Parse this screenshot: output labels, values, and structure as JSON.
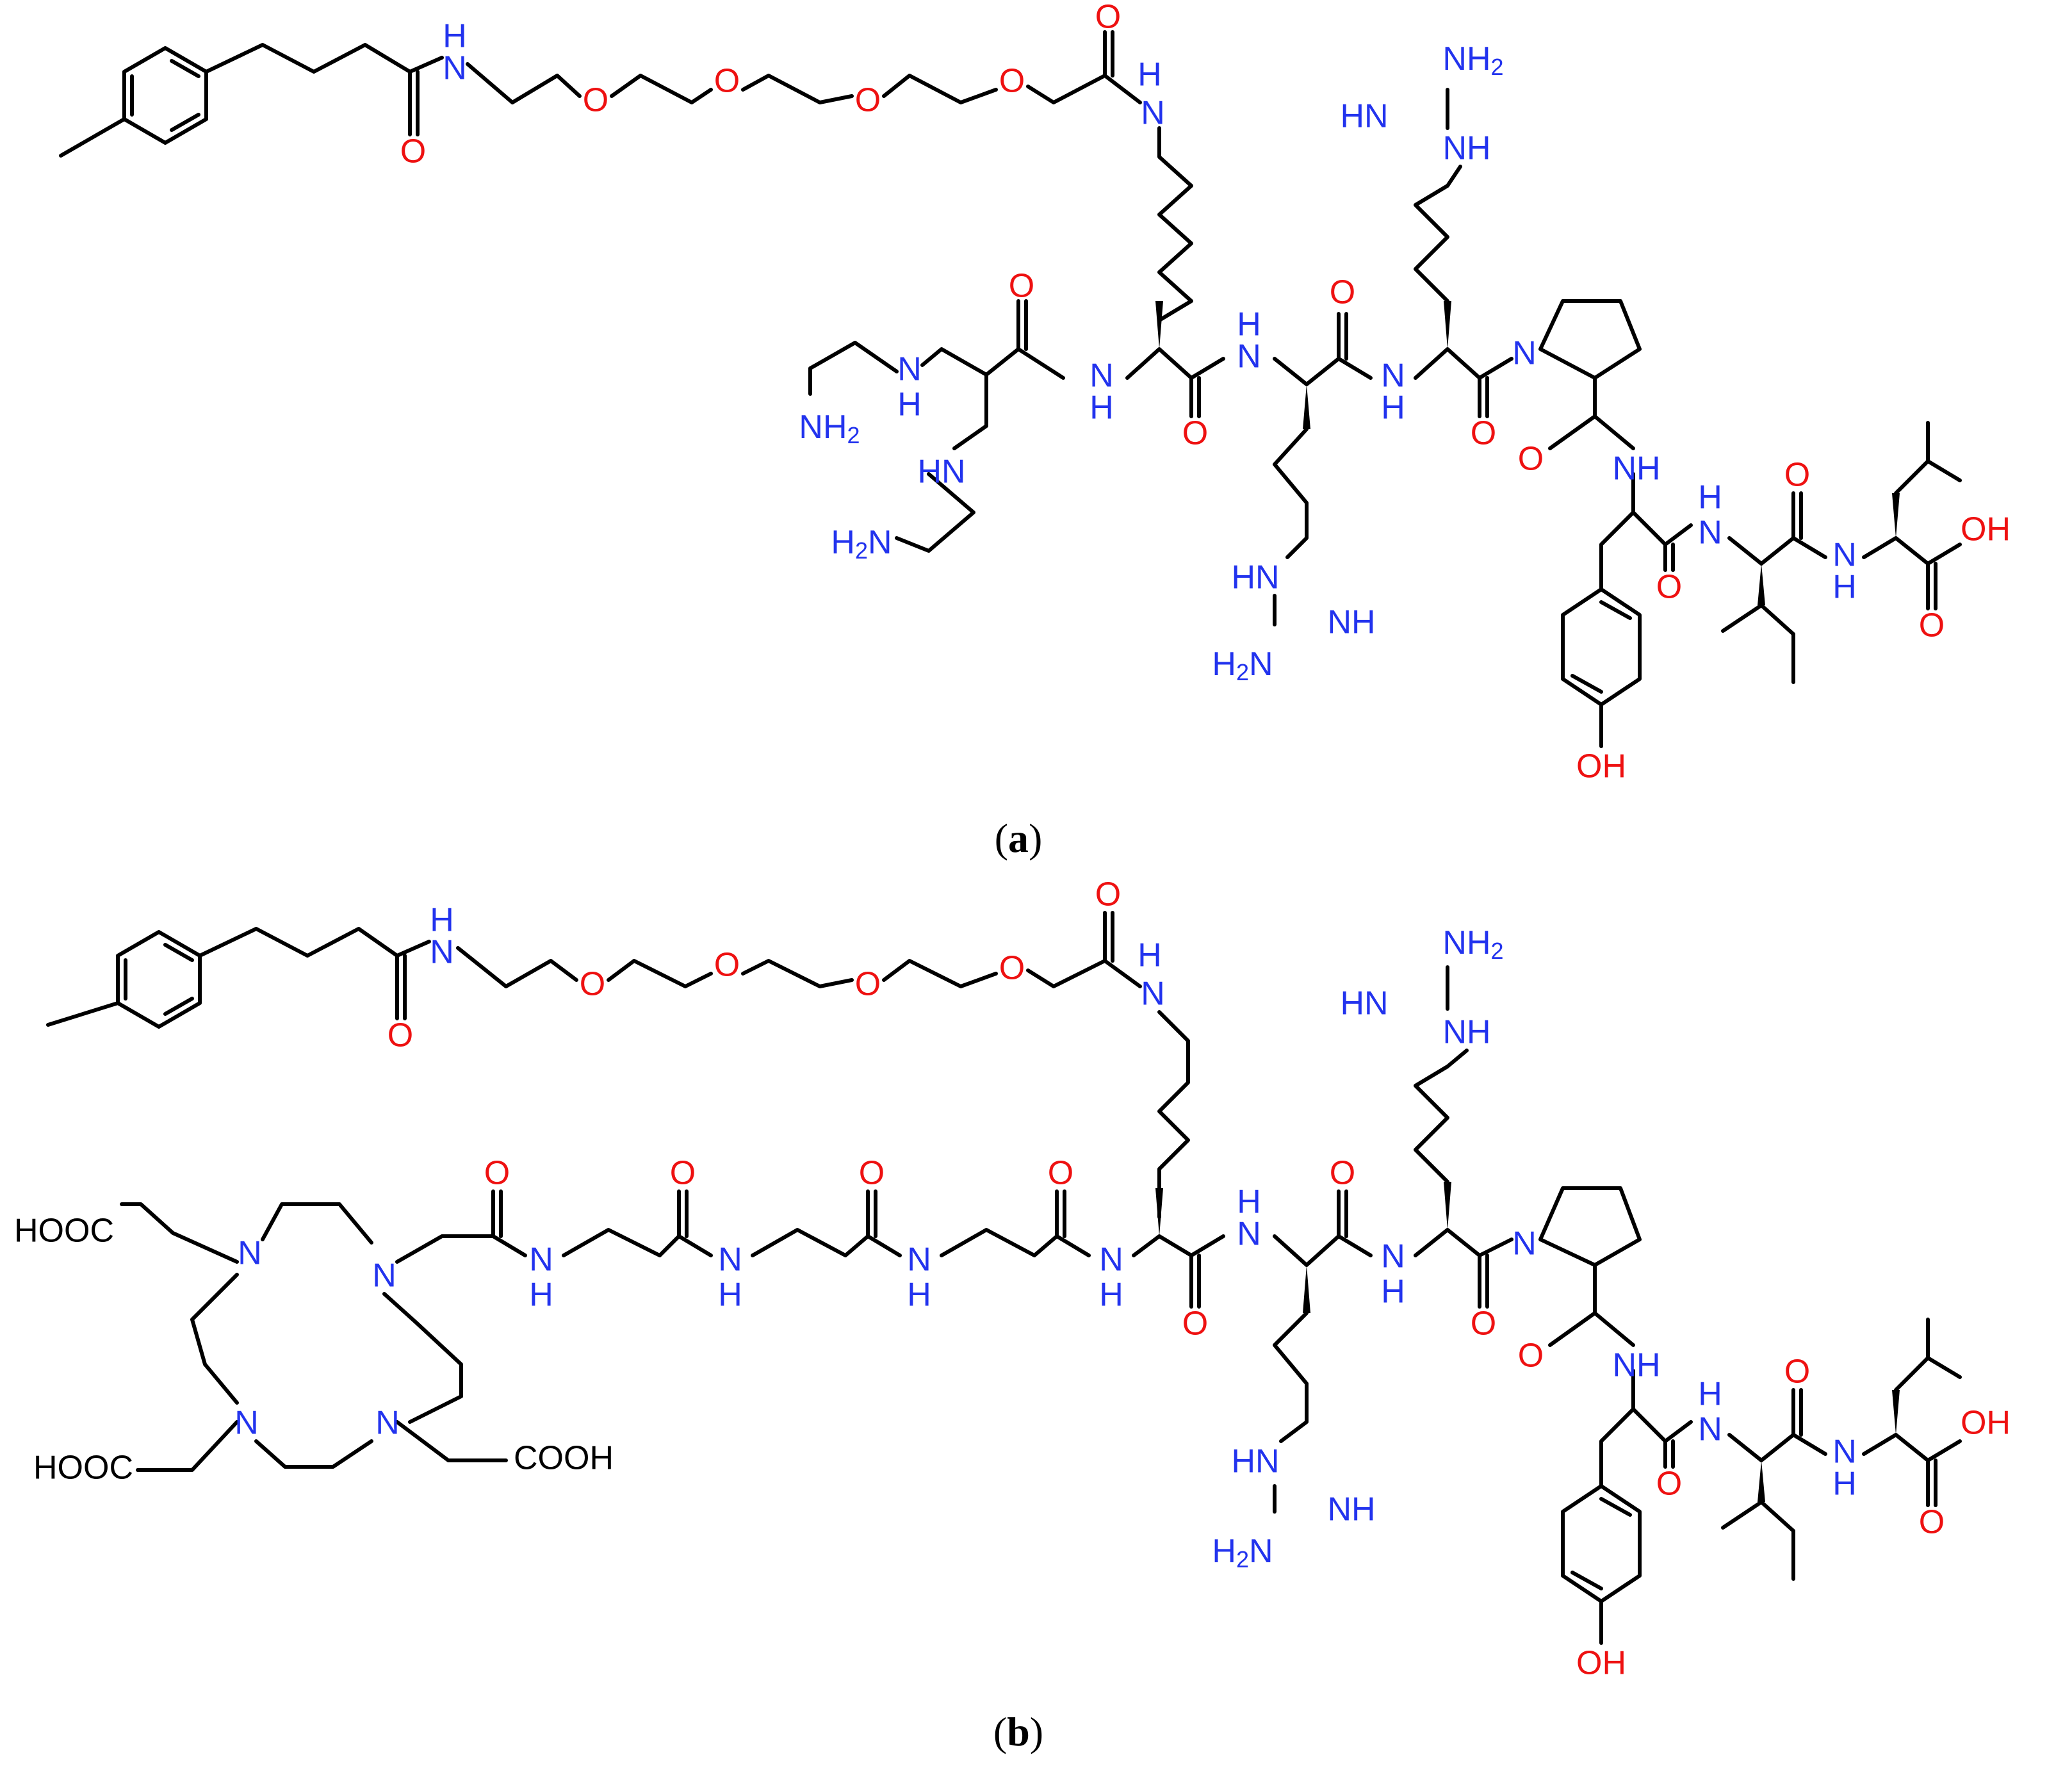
{
  "colors": {
    "bond": "#000000",
    "nitrogen": "#2233ee",
    "oxygen": "#ee1111",
    "carbon_label": "#000000"
  },
  "panel_a": {
    "caption_open": "(",
    "caption_letter": "a",
    "caption_close": ")",
    "labels": {
      "nh_amide1": "H",
      "n_amide1": "N",
      "o_amide1": "O",
      "o_peg1": "O",
      "o_peg2": "O",
      "o_peg3": "O",
      "o_peg4": "O",
      "o_gly": "O",
      "n_lys_eps": "N",
      "h_lys_eps": "H",
      "arg1_nh2": "NH2",
      "arg1_hn": "HN",
      "arg1_nh": "NH",
      "o_dap": "O",
      "nh_dap_n": "N",
      "nh_dap_h": "H",
      "o_lys": "O",
      "n_arg2": "N",
      "h_arg2": "H",
      "o_arg2": "O",
      "n_arg3": "N",
      "h_arg3": "H",
      "o_arg3": "O",
      "n_pro": "N",
      "o_pro": "O",
      "nh_tyr": "NH",
      "o_tyr": "O",
      "nh_ile_h": "H",
      "nh_ile_n": "N",
      "o_ile": "O",
      "nh_leu": "N",
      "h_leu": "H",
      "oh_acid": "OH",
      "o_acid": "O",
      "oh_tyr": "OH",
      "amine1_n": "N",
      "amine1_h": "H",
      "amine1_nh2": "NH2",
      "amine2_hn": "HN",
      "amine2_h2n": "H2N",
      "arg2_hn": "HN",
      "arg2_nh": "NH",
      "arg2_h2n": "H2N"
    }
  },
  "panel_b": {
    "caption_open": "(",
    "caption_letter": "b",
    "caption_close": ")",
    "labels": {
      "nh_amide1": "H",
      "n_amide1": "N",
      "o_amide1": "O",
      "o_peg1": "O",
      "o_peg2": "O",
      "o_peg3": "O",
      "o_peg4": "O",
      "o_gly": "O",
      "n_lys_eps": "N",
      "h_lys_eps": "H",
      "arg1_nh2": "NH2",
      "arg1_hn": "HN",
      "arg1_nh": "NH",
      "cooh1": "HOOC",
      "cooh2": "HOOC",
      "cooh3": "COOH",
      "ring_n1": "N",
      "ring_n2": "N",
      "ring_n3": "N",
      "ring_n4": "N",
      "o_dota": "O",
      "o_bala1": "O",
      "o_bala2": "O",
      "o_bala3": "O",
      "n_b1": "N",
      "h_b1": "H",
      "n_b2": "N",
      "h_b2": "H",
      "n_b3": "N",
      "h_b3": "H",
      "n_b4": "N",
      "h_b4": "H",
      "o_lys": "O",
      "n_arg2": "N",
      "h_arg2": "H",
      "o_arg2": "O",
      "n_arg3": "N",
      "h_arg3": "H",
      "o_arg3": "O",
      "n_pro": "N",
      "o_pro": "O",
      "nh_tyr": "NH",
      "o_tyr": "O",
      "nh_ile_h": "H",
      "nh_ile_n": "N",
      "o_ile": "O",
      "nh_leu": "N",
      "h_leu": "H",
      "oh_acid": "OH",
      "o_acid": "O",
      "oh_tyr": "OH",
      "arg2_hn": "HN",
      "arg2_nh": "NH",
      "arg2_h2n": "H2N"
    }
  }
}
